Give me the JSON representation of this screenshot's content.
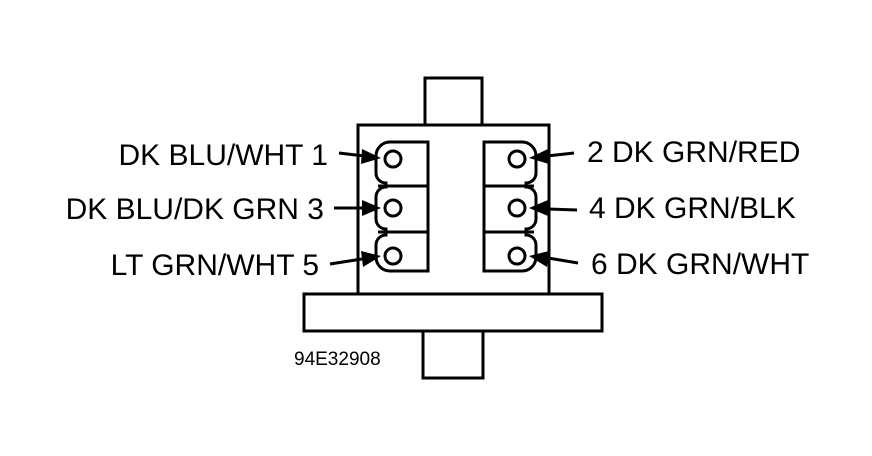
{
  "connector": {
    "left_pins": [
      {
        "label": "DK BLU/WHT 1"
      },
      {
        "label": "DK BLU/DK GRN 3"
      },
      {
        "label": "LT GRN/WHT 5"
      }
    ],
    "right_pins": [
      {
        "label": "2 DK GRN/RED"
      },
      {
        "label": "4 DK GRN/BLK"
      },
      {
        "label": "6 DK GRN/WHT"
      }
    ]
  },
  "figure_id": "94E32908",
  "colors": {
    "line": "#000000",
    "background": "#ffffff"
  }
}
